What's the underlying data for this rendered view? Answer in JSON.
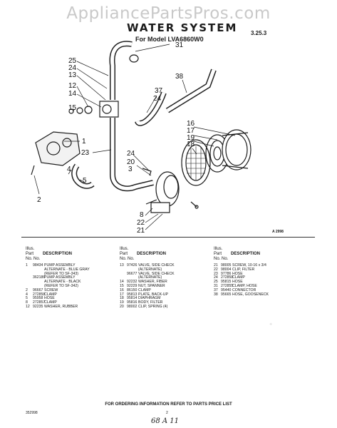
{
  "watermark": "AppliancePartsPros.com",
  "header": {
    "title": "WATER SYSTEM",
    "subtitle": "For Model LVA6860W0",
    "stamp": "3.25.3"
  },
  "diagram": {
    "reference": "A 2998",
    "callouts": [
      "31",
      "25",
      "24",
      "13",
      "12",
      "14",
      "15",
      "1",
      "23",
      "2",
      "38",
      "37",
      "24",
      "16",
      "17",
      "19",
      "18",
      "24",
      "20",
      "3",
      "4",
      "5",
      "8",
      "22",
      "21"
    ]
  },
  "parts_table": {
    "col_headers": {
      "illus": "Illus.",
      "part": "Part",
      "no": "No.",
      "no2": "No.",
      "desc": "DESCRIPTION"
    },
    "columns": [
      [
        {
          "num": "1",
          "part": "98434",
          "desc": "PUMP ASSEMBLY"
        },
        {
          "num": "",
          "part": "",
          "desc": "ALTERNATE - BLUE GRAY"
        },
        {
          "num": "",
          "part": "",
          "desc": "(REFER TO SF-343)"
        },
        {
          "num": "",
          "part": "362186",
          "desc": "PUMP ASSEMBLY"
        },
        {
          "num": "",
          "part": "",
          "desc": "ALTERNATE - BLACK"
        },
        {
          "num": "",
          "part": "",
          "desc": "(REFER TO SF-342)"
        },
        {
          "num": "2",
          "part": "96667",
          "desc": "SCREW"
        },
        {
          "num": "4",
          "part": "272858",
          "desc": "CLAMP"
        },
        {
          "num": "5",
          "part": "95958",
          "desc": "HOSE"
        },
        {
          "num": "8",
          "part": "272857",
          "desc": "CLAMP"
        },
        {
          "num": "12",
          "part": "92235",
          "desc": "WASHER, RUBBER"
        }
      ],
      [
        {
          "num": "13",
          "part": "97426",
          "desc": "VALVE, SIDE CHECK"
        },
        {
          "num": "",
          "part": "",
          "desc": "(ALTERNATE)"
        },
        {
          "num": "",
          "part": "96677",
          "desc": "VALVE, SIDE CHECK"
        },
        {
          "num": "",
          "part": "",
          "desc": "(ALTERNATE)"
        },
        {
          "num": "14",
          "part": "92232",
          "desc": "WASHER, FIBER"
        },
        {
          "num": "15",
          "part": "92229",
          "desc": "NUT, SPANNER"
        },
        {
          "num": "16",
          "part": "86150",
          "desc": "CLAMP"
        },
        {
          "num": "17",
          "part": "95813",
          "desc": "PLATE, BACK-UP"
        },
        {
          "num": "18",
          "part": "95814",
          "desc": "DIAPHRAGM"
        },
        {
          "num": "19",
          "part": "95816",
          "desc": "BODY, FILTER"
        },
        {
          "num": "20",
          "part": "98002",
          "desc": "CLIP, SPRING (4)"
        }
      ],
      [
        {
          "num": "21",
          "part": "98005",
          "desc": "SCREW, 10-16 x 3/4"
        },
        {
          "num": "22",
          "part": "98004",
          "desc": "CLIP, FILTER"
        },
        {
          "num": "23",
          "part": "97786",
          "desc": "HOSE"
        },
        {
          "num": "24",
          "part": "272858",
          "desc": "CLAMP"
        },
        {
          "num": "25",
          "part": "95815",
          "desc": "HOSE"
        },
        {
          "num": "31",
          "part": "272855",
          "desc": "CLAMP, HOSE"
        },
        {
          "num": "37",
          "part": "95440",
          "desc": "CONNECTOR"
        },
        {
          "num": "38",
          "part": "95665",
          "desc": "HOSE, GOOSENECK"
        }
      ]
    ]
  },
  "footer": {
    "note": "FOR ORDERING INFORMATION REFER TO PARTS PRICE LIST",
    "doc_number": "352998",
    "page": "2",
    "handwritten": "68 A 11"
  }
}
